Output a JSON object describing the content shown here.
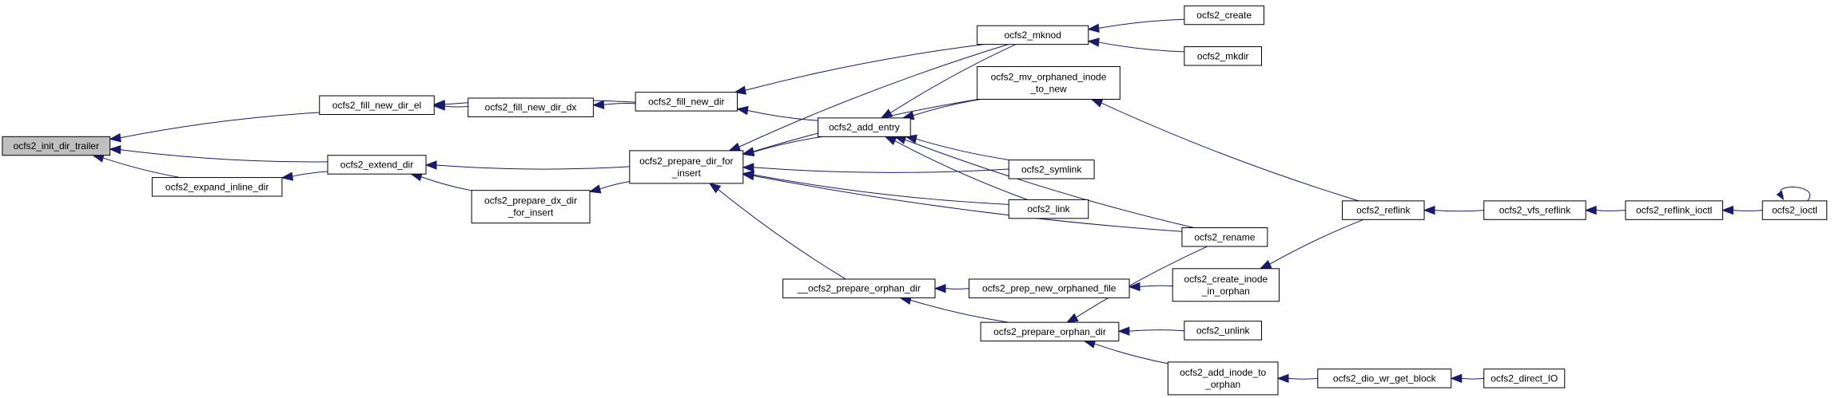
{
  "graph": {
    "nodes": [
      {
        "id": "n_init",
        "label": [
          "ocfs2_init_dir_trailer"
        ],
        "root": true
      },
      {
        "id": "n_fill_el",
        "label": [
          "ocfs2_fill_new_dir_el"
        ]
      },
      {
        "id": "n_expand_inline",
        "label": [
          "ocfs2_expand_inline_dir"
        ]
      },
      {
        "id": "n_extend_dir",
        "label": [
          "ocfs2_extend_dir"
        ]
      },
      {
        "id": "n_fill_dx",
        "label": [
          "ocfs2_fill_new_dir_dx"
        ]
      },
      {
        "id": "n_prepare_dx",
        "label": [
          "ocfs2_prepare_dx_dir",
          "_for_insert"
        ]
      },
      {
        "id": "n_fill_new_dir",
        "label": [
          "ocfs2_fill_new_dir"
        ]
      },
      {
        "id": "n_prepare_insert",
        "label": [
          "ocfs2_prepare_dir_for",
          "_insert"
        ]
      },
      {
        "id": "n_prepare_orphan_dir_priv",
        "label": [
          "__ocfs2_prepare_orphan_dir"
        ]
      },
      {
        "id": "n_mknod",
        "label": [
          "ocfs2_mknod"
        ]
      },
      {
        "id": "n_mv_orphaned",
        "label": [
          "ocfs2_mv_orphaned_inode",
          "_to_new"
        ]
      },
      {
        "id": "n_add_entry",
        "label": [
          "ocfs2_add_entry"
        ]
      },
      {
        "id": "n_symlink",
        "label": [
          "ocfs2_symlink"
        ]
      },
      {
        "id": "n_link",
        "label": [
          "ocfs2_link"
        ]
      },
      {
        "id": "n_rename",
        "label": [
          "ocfs2_rename"
        ]
      },
      {
        "id": "n_prep_new_orphaned",
        "label": [
          "ocfs2_prep_new_orphaned_file"
        ]
      },
      {
        "id": "n_prepare_orphan_dir",
        "label": [
          "ocfs2_prepare_orphan_dir"
        ]
      },
      {
        "id": "n_create",
        "label": [
          "ocfs2_create"
        ]
      },
      {
        "id": "n_mkdir",
        "label": [
          "ocfs2_mkdir"
        ]
      },
      {
        "id": "n_create_inode_orphan",
        "label": [
          "ocfs2_create_inode",
          "_in_orphan"
        ]
      },
      {
        "id": "n_unlink",
        "label": [
          "ocfs2_unlink"
        ]
      },
      {
        "id": "n_add_inode_orphan",
        "label": [
          "ocfs2_add_inode_to",
          "_orphan"
        ]
      },
      {
        "id": "n_reflink",
        "label": [
          "ocfs2_reflink"
        ]
      },
      {
        "id": "n_dio_wr",
        "label": [
          "ocfs2_dio_wr_get_block"
        ]
      },
      {
        "id": "n_direct_io",
        "label": [
          "ocfs2_direct_IO"
        ]
      },
      {
        "id": "n_vfs_reflink",
        "label": [
          "ocfs2_vfs_reflink"
        ]
      },
      {
        "id": "n_reflink_ioctl",
        "label": [
          "ocfs2_reflink_ioctl"
        ]
      },
      {
        "id": "n_ioctl",
        "label": [
          "ocfs2_ioctl"
        ]
      }
    ],
    "edges": [
      {
        "from": "n_fill_el",
        "to": "n_init"
      },
      {
        "from": "n_extend_dir",
        "to": "n_init"
      },
      {
        "from": "n_expand_inline",
        "to": "n_init"
      },
      {
        "from": "n_fill_dx",
        "to": "n_fill_el"
      },
      {
        "from": "n_fill_new_dir",
        "to": "n_fill_el"
      },
      {
        "from": "n_extend_dir",
        "to": "n_expand_inline"
      },
      {
        "from": "n_prepare_insert",
        "to": "n_extend_dir"
      },
      {
        "from": "n_prepare_dx",
        "to": "n_extend_dir"
      },
      {
        "from": "n_fill_new_dir",
        "to": "n_fill_dx"
      },
      {
        "from": "n_prepare_insert",
        "to": "n_prepare_dx"
      },
      {
        "from": "n_mknod",
        "to": "n_fill_new_dir"
      },
      {
        "from": "n_add_entry",
        "to": "n_fill_new_dir"
      },
      {
        "from": "n_mknod",
        "to": "n_prepare_insert"
      },
      {
        "from": "n_mv_orphaned",
        "to": "n_prepare_insert"
      },
      {
        "from": "n_add_entry",
        "to": "n_prepare_insert"
      },
      {
        "from": "n_symlink",
        "to": "n_prepare_insert"
      },
      {
        "from": "n_link",
        "to": "n_prepare_insert"
      },
      {
        "from": "n_rename",
        "to": "n_prepare_insert"
      },
      {
        "from": "n_prepare_orphan_dir_priv",
        "to": "n_prepare_insert"
      },
      {
        "from": "n_mknod",
        "to": "n_add_entry"
      },
      {
        "from": "n_mv_orphaned",
        "to": "n_add_entry"
      },
      {
        "from": "n_symlink",
        "to": "n_add_entry"
      },
      {
        "from": "n_link",
        "to": "n_add_entry"
      },
      {
        "from": "n_rename",
        "to": "n_add_entry"
      },
      {
        "from": "n_prep_new_orphaned",
        "to": "n_prepare_orphan_dir_priv"
      },
      {
        "from": "n_prepare_orphan_dir",
        "to": "n_prepare_orphan_dir_priv"
      },
      {
        "from": "n_create",
        "to": "n_mknod"
      },
      {
        "from": "n_mkdir",
        "to": "n_mknod"
      },
      {
        "from": "n_reflink",
        "to": "n_mv_orphaned"
      },
      {
        "from": "n_create_inode_orphan",
        "to": "n_prep_new_orphaned"
      },
      {
        "from": "n_rename",
        "to": "n_prepare_orphan_dir"
      },
      {
        "from": "n_unlink",
        "to": "n_prepare_orphan_dir"
      },
      {
        "from": "n_add_inode_orphan",
        "to": "n_prepare_orphan_dir"
      },
      {
        "from": "n_reflink",
        "to": "n_create_inode_orphan"
      },
      {
        "from": "n_dio_wr",
        "to": "n_add_inode_orphan"
      },
      {
        "from": "n_vfs_reflink",
        "to": "n_reflink"
      },
      {
        "from": "n_direct_io",
        "to": "n_dio_wr"
      },
      {
        "from": "n_reflink_ioctl",
        "to": "n_vfs_reflink"
      },
      {
        "from": "n_ioctl",
        "to": "n_reflink_ioctl"
      },
      {
        "from": "n_ioctl",
        "to": "n_ioctl"
      }
    ]
  }
}
